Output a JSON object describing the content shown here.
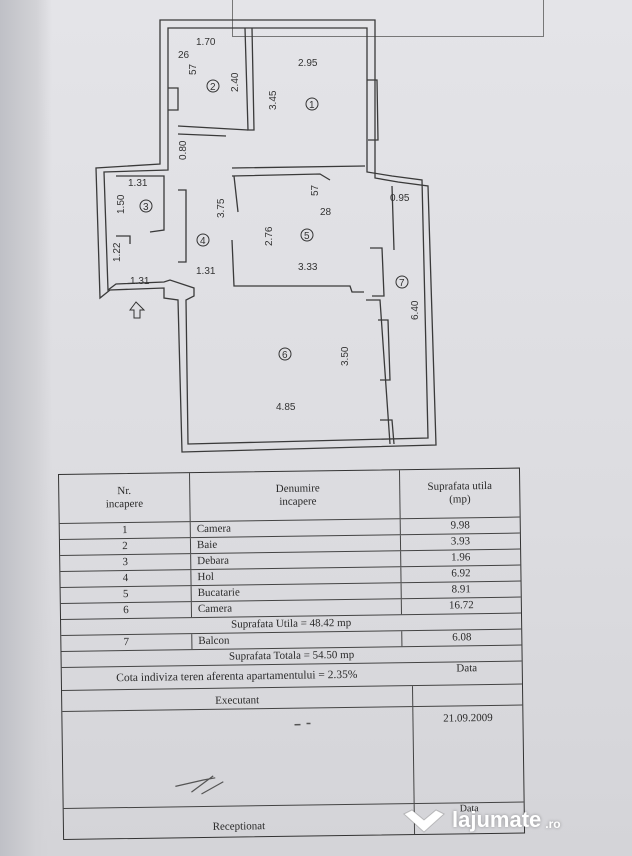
{
  "floor_plan": {
    "dimensions": [
      "1.70",
      "26",
      "57",
      "2.40",
      "2.95",
      "3.45",
      "0.80",
      "1.31",
      "1.50",
      "3.75",
      "57",
      "28",
      "0.95",
      "2.76",
      "1.22",
      "1.31",
      "1.31",
      "3.33",
      "6.40",
      "3.50",
      "4.85"
    ],
    "room_labels": [
      "1",
      "2",
      "3",
      "4",
      "5",
      "6",
      "7"
    ]
  },
  "table": {
    "headers": {
      "nr": "Nr.\nincapere",
      "name": "Denumire\nincapere",
      "area": "Suprafata utila\n(mp)"
    },
    "rows": [
      {
        "nr": "1",
        "name": "Camera",
        "area": "9.98"
      },
      {
        "nr": "2",
        "name": "Baie",
        "area": "3.93"
      },
      {
        "nr": "3",
        "name": "Debara",
        "area": "1.96"
      },
      {
        "nr": "4",
        "name": "Hol",
        "area": "6.92"
      },
      {
        "nr": "5",
        "name": "Bucatarie",
        "area": "8.91"
      },
      {
        "nr": "6",
        "name": "Camera",
        "area": "16.72"
      }
    ],
    "suprafata_utila": "Suprafata Utila = 48.42 mp",
    "balcon_row": {
      "nr": "7",
      "name": "Balcon",
      "area": "6.08"
    },
    "suprafata_totala": "Suprafata Totala = 54.50 mp",
    "cota": "Cota indiviza teren aferenta apartamentului = 2.35%",
    "data_label": "Data",
    "executant": "Executant",
    "executant_date": "21.09.2009",
    "receptionat": "Receptionat",
    "data_label_2": "Data"
  },
  "watermark": {
    "brand": "lajumate",
    "tld": ".ro"
  }
}
